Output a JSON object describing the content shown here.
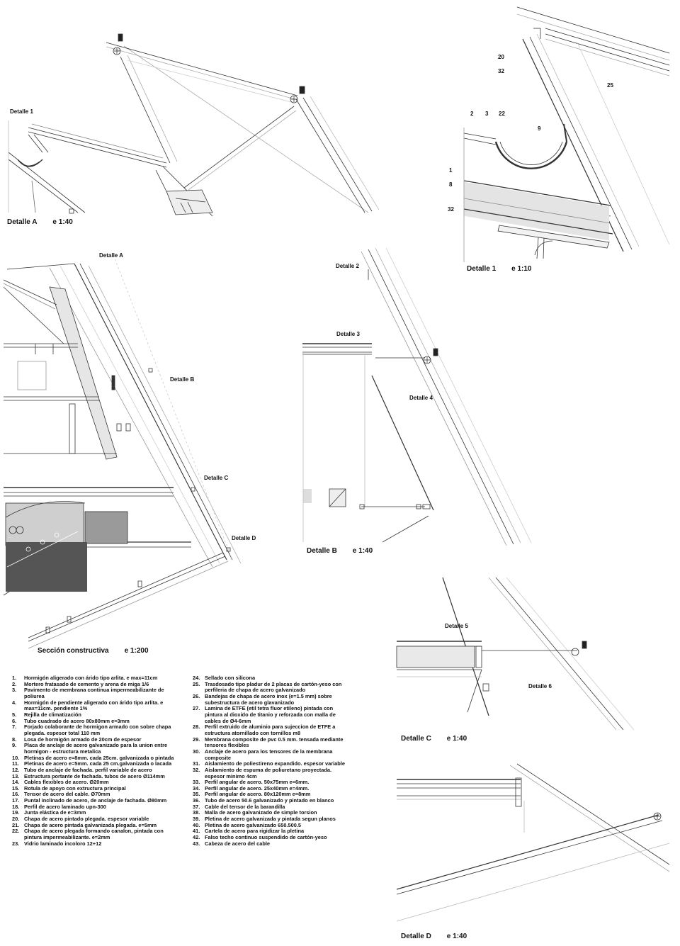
{
  "captions": {
    "detail_a": {
      "name": "Detalle A",
      "scale": "e 1:40"
    },
    "detail_1": {
      "name": "Detalle 1",
      "scale": "e 1:10"
    },
    "detail_b": {
      "name": "Detalle B",
      "scale": "e 1:40"
    },
    "section": {
      "name": "Sección constructiva",
      "scale": "e 1:200"
    },
    "detail_c": {
      "name": "Detalle C",
      "scale": "e 1:40"
    },
    "detail_d": {
      "name": "Detalle D",
      "scale": "e 1:40"
    }
  },
  "detail_labels": {
    "detalle_1_top": "Detalle 1",
    "detalle_a": "Detalle A",
    "detalle_b": "Detalle B",
    "detalle_c": "Detalle C",
    "detalle_d": "Detalle D",
    "detalle_2": "Detalle 2",
    "detalle_3": "Detalle 3",
    "detalle_4": "Detalle 4",
    "detalle_5": "Detalle 5",
    "detalle_6": "Detalle 6"
  },
  "detail1_numbers": {
    "n20": "20",
    "n32a": "32",
    "n25": "25",
    "n2": "2",
    "n3": "3",
    "n22": "22",
    "n9": "9",
    "n1": "1",
    "n8": "8",
    "n32b": "32"
  },
  "legend_left": [
    {
      "n": "1.",
      "t": "Hormigón aligerado con árido tipo arlita. e max=11cm"
    },
    {
      "n": "2.",
      "t": "Mortero  fratasado de cemento y arena de miga 1/6"
    },
    {
      "n": "3.",
      "t": "Pavimento de membrana continua impermeabilizante de poliurea"
    },
    {
      "n": "4.",
      "t": "Hormigón de pendiente  aligerado con árido tipo arlita. e max=11cm. pendiente 1%"
    },
    {
      "n": "5.",
      "t": "Rejilla de climatización"
    },
    {
      "n": "6.",
      "t": "Tubo cuadrado de acero 80x80mm e=3mm"
    },
    {
      "n": "7.",
      "t": "Forjado colaborante de hormigon armado con sobre chapa plegada. espesor total 110 mm"
    },
    {
      "n": "8.",
      "t": "Losa de hormigón armado de 20cm de espesor"
    },
    {
      "n": "9.",
      "t": "Placa de anclaje de acero galvanizado para la union entre hormigon - estructura metalica"
    },
    {
      "n": "10.",
      "t": "Pletinas de acero e=8mm. cada 25cm. galvanizada o pintada"
    },
    {
      "n": "11.",
      "t": "Pletinas de acero e=5mm. cada 25 cm.galvanizada o lacada"
    },
    {
      "n": "12.",
      "t": "Tubo  de anclaje de fachada. perfil variable de acero"
    },
    {
      "n": "13.",
      "t": "Estructura portante de fachada. tubos de acero Ø114mm"
    },
    {
      "n": "14.",
      "t": "Cables flexibles de acero. Ø20mm"
    },
    {
      "n": "15.",
      "t": "Rotula de apoyo con extructura principal"
    },
    {
      "n": "16.",
      "t": "Tensor de acero del cable. Ø70mm"
    },
    {
      "n": "17.",
      "t": "Puntal inclinado de acero, de anclaje de fachada. Ø80mm"
    },
    {
      "n": "18.",
      "t": "Perfil de acero laminado upn-300"
    },
    {
      "n": "19.",
      "t": "Junta elástica de e=3mm"
    },
    {
      "n": "20.",
      "t": "Chapa de acero pintado plegada. espesor variable"
    },
    {
      "n": "21.",
      "t": "Chapa de acero pintada galvanizada plegada. e=5mm"
    },
    {
      "n": "22.",
      "t": "Chapa de acero plegada formando canalon, pintada con pintura impermeabilizante. e=2mm"
    },
    {
      "n": "23.",
      "t": "Vidrio laminado incoloro 12+12"
    }
  ],
  "legend_right": [
    {
      "n": "24.",
      "t": "Sellado con silicona"
    },
    {
      "n": "25.",
      "t": "Trasdosado tipo pladur de 2 placas de cartón-yeso con perfileria de chapa de acero galvanizado"
    },
    {
      "n": "26.",
      "t": "Bandejas de chapa de acero inox (e=1.5 mm) sobre subestructura de acero glavanizado"
    },
    {
      "n": "27.",
      "t": "Lamina de ETFE (etil tetra fluor etileno) pintada con pintura al dioxido de titanio y reforzada con malla de cables de Ø4-6mm"
    },
    {
      "n": "28.",
      "t": "Perfil extruido de aluminio para sujeccion de ETFE a estructura atornillado con tornillos m8"
    },
    {
      "n": "29.",
      "t": "Membrana composite de pvc 0.5 mm. tensada mediante tensores flexibles"
    },
    {
      "n": "30.",
      "t": "Anclaje de acero para los tensores de la membrana composite"
    },
    {
      "n": "31.",
      "t": "Aislamiento de poliestireno expandido. espesor variable"
    },
    {
      "n": "32.",
      "t": "Aislamiento de espuma de poliuretano proyectada. espesor minimo 4cm"
    },
    {
      "n": "33.",
      "t": "Perfil angular de acero. 50x75mm e=6mm."
    },
    {
      "n": "34.",
      "t": "Perfil angular de acero. 25x40mm e=4mm."
    },
    {
      "n": "35.",
      "t": "Perfil angular de acero. 80x120mm e=8mm"
    },
    {
      "n": "36.",
      "t": "Tubo de acero 50.6 galvanizado y pintado en blanco"
    },
    {
      "n": "37.",
      "t": "Cable del tensor de la barandilla"
    },
    {
      "n": "38.",
      "t": "Malla de acero galvanizado de simple torsion"
    },
    {
      "n": "39.",
      "t": "Pletina de acero galvanizada y pintada segun planos"
    },
    {
      "n": "40.",
      "t": "Pletina de acero galvanizado 650.500.5"
    },
    {
      "n": "41.",
      "t": "Cartela de acero para rigidizar la pletina"
    },
    {
      "n": "42.",
      "t": "Falso techo continuo suspendido de cartón-yeso"
    },
    {
      "n": "43.",
      "t": "Cabeza de acero del cable"
    }
  ]
}
